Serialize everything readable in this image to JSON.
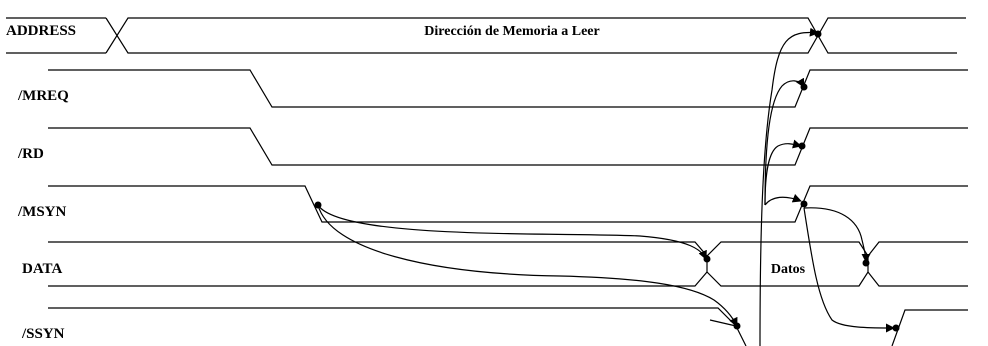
{
  "signals": {
    "address": "ADDRESS",
    "mreq": "/MREQ",
    "rd": "/RD",
    "msyn": "/MSYN",
    "data": "DATA",
    "ssyn": "/SSYN"
  },
  "bus_labels": {
    "address_value": "Dirección de Memoria a Leer",
    "data_value": "Datos"
  }
}
